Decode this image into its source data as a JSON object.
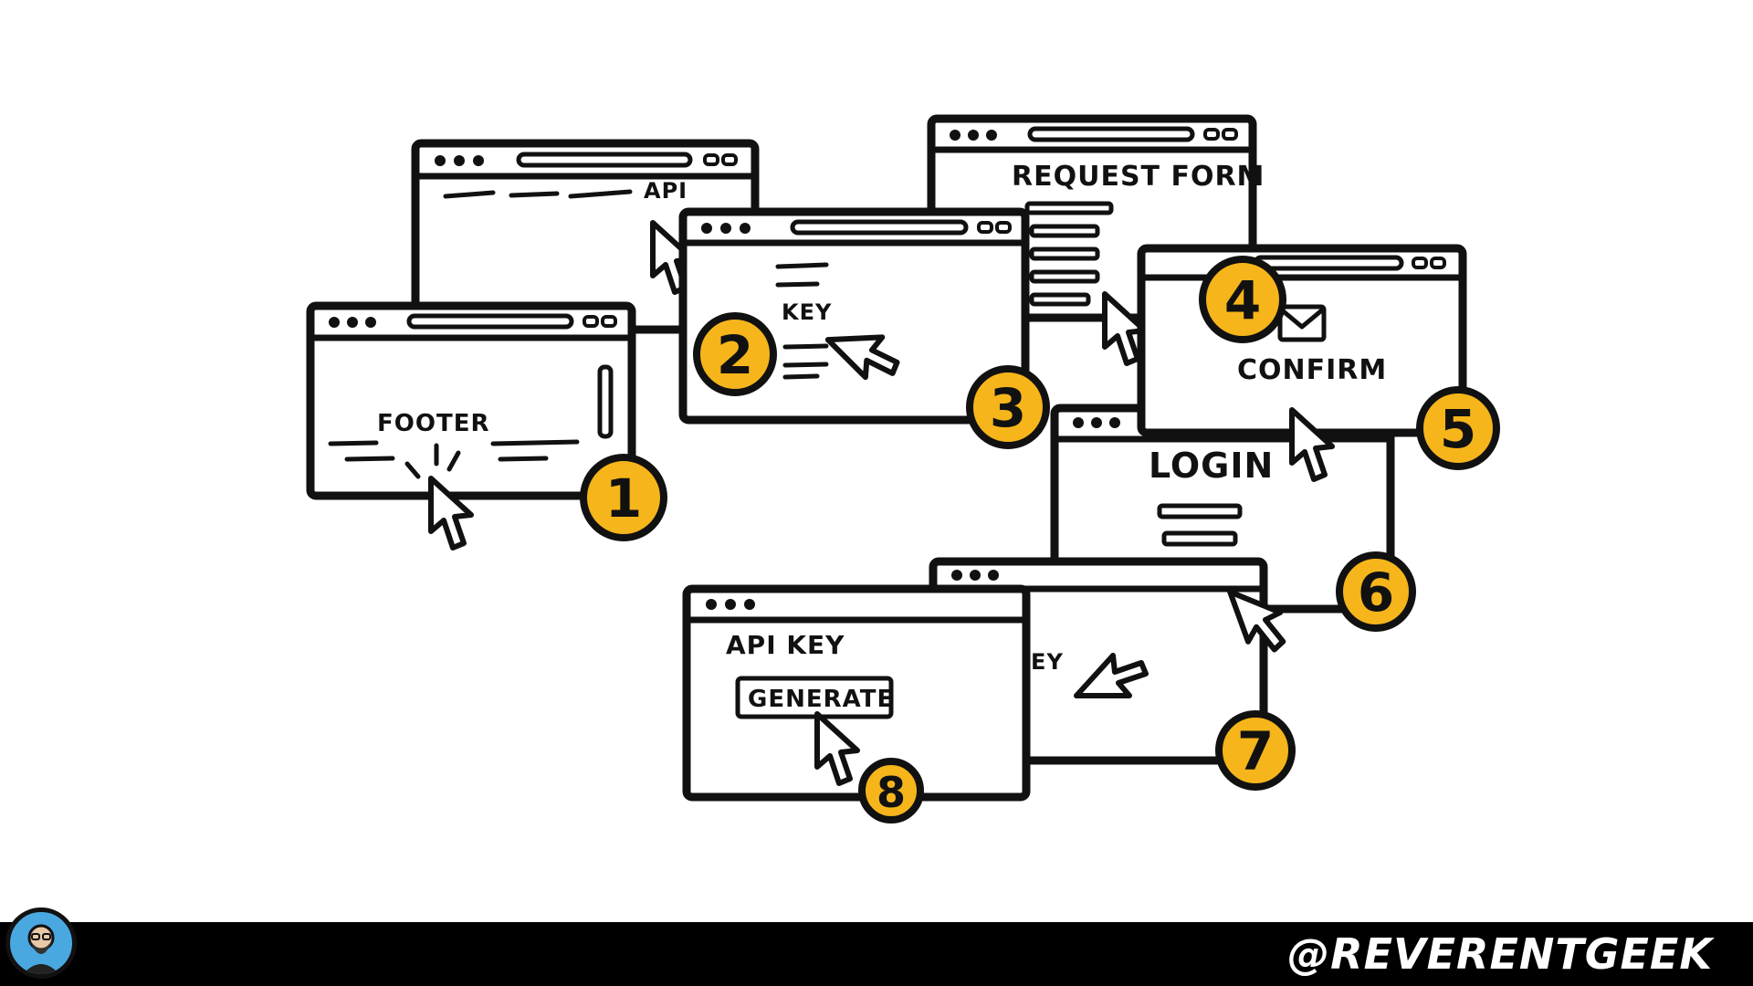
{
  "slide": {
    "handle": "@REVERENTGEEK",
    "colors": {
      "accent": "#f5b51b",
      "ink": "#111111",
      "paper": "#ffffff",
      "footer": "#000000",
      "avatar_bg": "#4aa8e0"
    }
  },
  "steps": [
    {
      "number": "1",
      "label": "FOOTER"
    },
    {
      "number": "2",
      "label": "API"
    },
    {
      "number": "3",
      "label": "KEY"
    },
    {
      "number": "4",
      "label": "REQUEST FORM"
    },
    {
      "number": "5",
      "label": "CONFIRM"
    },
    {
      "number": "6",
      "label": "LOGIN"
    },
    {
      "number": "7",
      "label": "API KEY"
    },
    {
      "number": "8",
      "label": "API KEY",
      "button": "GENERATE"
    }
  ]
}
